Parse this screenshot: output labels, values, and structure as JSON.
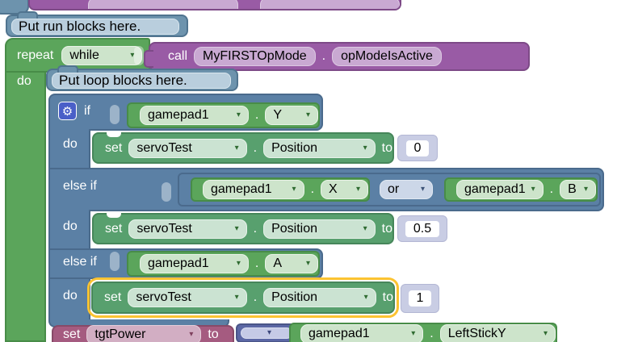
{
  "icons": {
    "dropdown_arrow": "▾",
    "mutator_gear": "⚙"
  },
  "colors": {
    "canvas_bg": "#ffffff",
    "loop_green": "#5ba55b",
    "actuator_green": "#58a06e",
    "logic_blue": "#5b80a5",
    "comment_blue": "#6d93ad",
    "procedure_purple": "#995ba5",
    "variable_pink": "#a55b80",
    "math_indigo": "#5b67a5",
    "selection_highlight": "#fcc331"
  },
  "comments": {
    "run": "Put run blocks here.",
    "loop": "Put loop blocks here."
  },
  "repeat_block": {
    "label": "repeat",
    "mode": "while",
    "do_label": "do"
  },
  "call_block": {
    "label": "call",
    "object": "MyFIRSTOpMode",
    "separator": ".",
    "method": "opModeIsActive"
  },
  "if_block": {
    "if_label": "if",
    "else_if_label": "else if",
    "do_label": "do",
    "branches": [
      {
        "condition": {
          "device": "gamepad1",
          "separator": ".",
          "button": "Y"
        },
        "action": {
          "set_label": "set",
          "target": "servoTest",
          "separator": ".",
          "property": "Position",
          "to_label": "to",
          "value": "0",
          "selected": false
        }
      },
      {
        "condition": {
          "left": {
            "device": "gamepad1",
            "separator": ".",
            "button": "X"
          },
          "operator": "or",
          "right": {
            "device": "gamepad1",
            "separator": ".",
            "button": "B"
          }
        },
        "action": {
          "set_label": "set",
          "target": "servoTest",
          "separator": ".",
          "property": "Position",
          "to_label": "to",
          "value": "0.5",
          "selected": false
        }
      },
      {
        "condition": {
          "device": "gamepad1",
          "separator": ".",
          "button": "A"
        },
        "action": {
          "set_label": "set",
          "target": "servoTest",
          "separator": ".",
          "property": "Position",
          "to_label": "to",
          "value": "1",
          "selected": true
        }
      }
    ]
  },
  "bottom_block": {
    "set_label": "set",
    "variable": "tgtPower",
    "to_label": "to",
    "math_dropdown_value": "",
    "value": {
      "device": "gamepad1",
      "separator": ".",
      "stick": "LeftStickY"
    }
  }
}
